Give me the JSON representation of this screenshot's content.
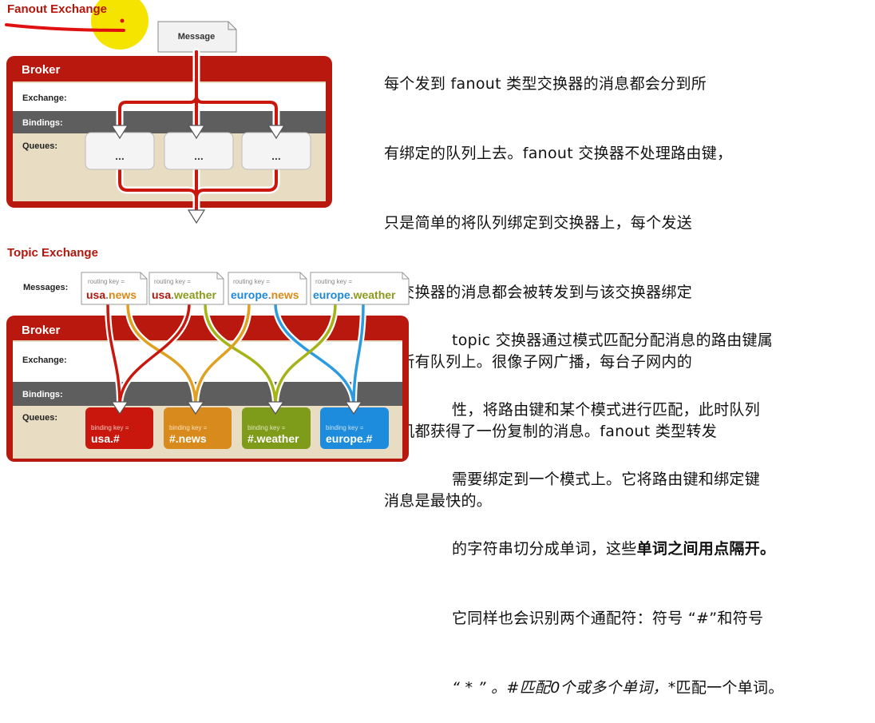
{
  "fanout": {
    "title": "Fanout Exchange",
    "message_label": "Message",
    "broker_label": "Broker",
    "row_labels": [
      "Exchange:",
      "Bindings:",
      "Queues:"
    ],
    "queue_labels": [
      "...",
      "...",
      "..."
    ],
    "description_lines": [
      "每个发到 fanout 类型交换器的消息都会分到所",
      "有绑定的队列上去。fanout 交换器不处理路由键，",
      "只是简单的将队列绑定到交换器上，每个发送",
      "到交换器的消息都会被转发到与该交换器绑定",
      "的所有队列上。很像子网广播，每台子网内的",
      "主机都获得了一份复制的消息。fanout 类型转发",
      "消息是最快的。"
    ]
  },
  "topic": {
    "title": "Topic Exchange",
    "messages_label": "Messages:",
    "broker_label": "Broker",
    "row_labels": [
      "Exchange:",
      "Bindings:",
      "Queues:"
    ],
    "routing_key_caption": "routing key =",
    "messages": [
      {
        "prefix": "usa",
        "suffix": "news",
        "prefix_color": "#b3160c",
        "suffix_color": "#d88a1a"
      },
      {
        "prefix": "usa",
        "suffix": "weather",
        "prefix_color": "#b3160c",
        "suffix_color": "#8c9a1c"
      },
      {
        "prefix": "europe",
        "suffix": "news",
        "prefix_color": "#1e88d8",
        "suffix_color": "#d88a1a"
      },
      {
        "prefix": "europe",
        "suffix": "weather",
        "prefix_color": "#1e88d8",
        "suffix_color": "#8c9a1c"
      }
    ],
    "binding_key_caption": "binding key =",
    "queues": [
      {
        "key": "usa.#",
        "color": "#c9170d"
      },
      {
        "key": "#.news",
        "color": "#d98a1c"
      },
      {
        "key": "#.weather",
        "color": "#7e9b1a"
      },
      {
        "key": "europe.#",
        "color": "#1e8cdc"
      }
    ],
    "description": {
      "lines_plain": [
        "topic 交换器通过模式匹配分配消息的路由键属",
        "性，将路由键和某个模式进行匹配，此时队列",
        "需要绑定到一个模式上。它将路由键和绑定键"
      ],
      "line4_plain": "的字符串切分成单词，这些",
      "line4_bold": "单词之间用点隔开",
      "line4_end": "。",
      "line5": "它同样也会识别两个通配符：符号 “#”和符号",
      "line6_italic": "“ * ” 。#匹配0个或多个单词，",
      "line6_plain": "*匹配一个单词。"
    }
  },
  "colors": {
    "broker_red": "#b8180d",
    "broker_body": "#e8dcc3",
    "bindings_gray": "#5e5e5e",
    "title_red": "#b3160c",
    "highlight_yellow": "#f4e400",
    "underline_red": "#e01010"
  }
}
